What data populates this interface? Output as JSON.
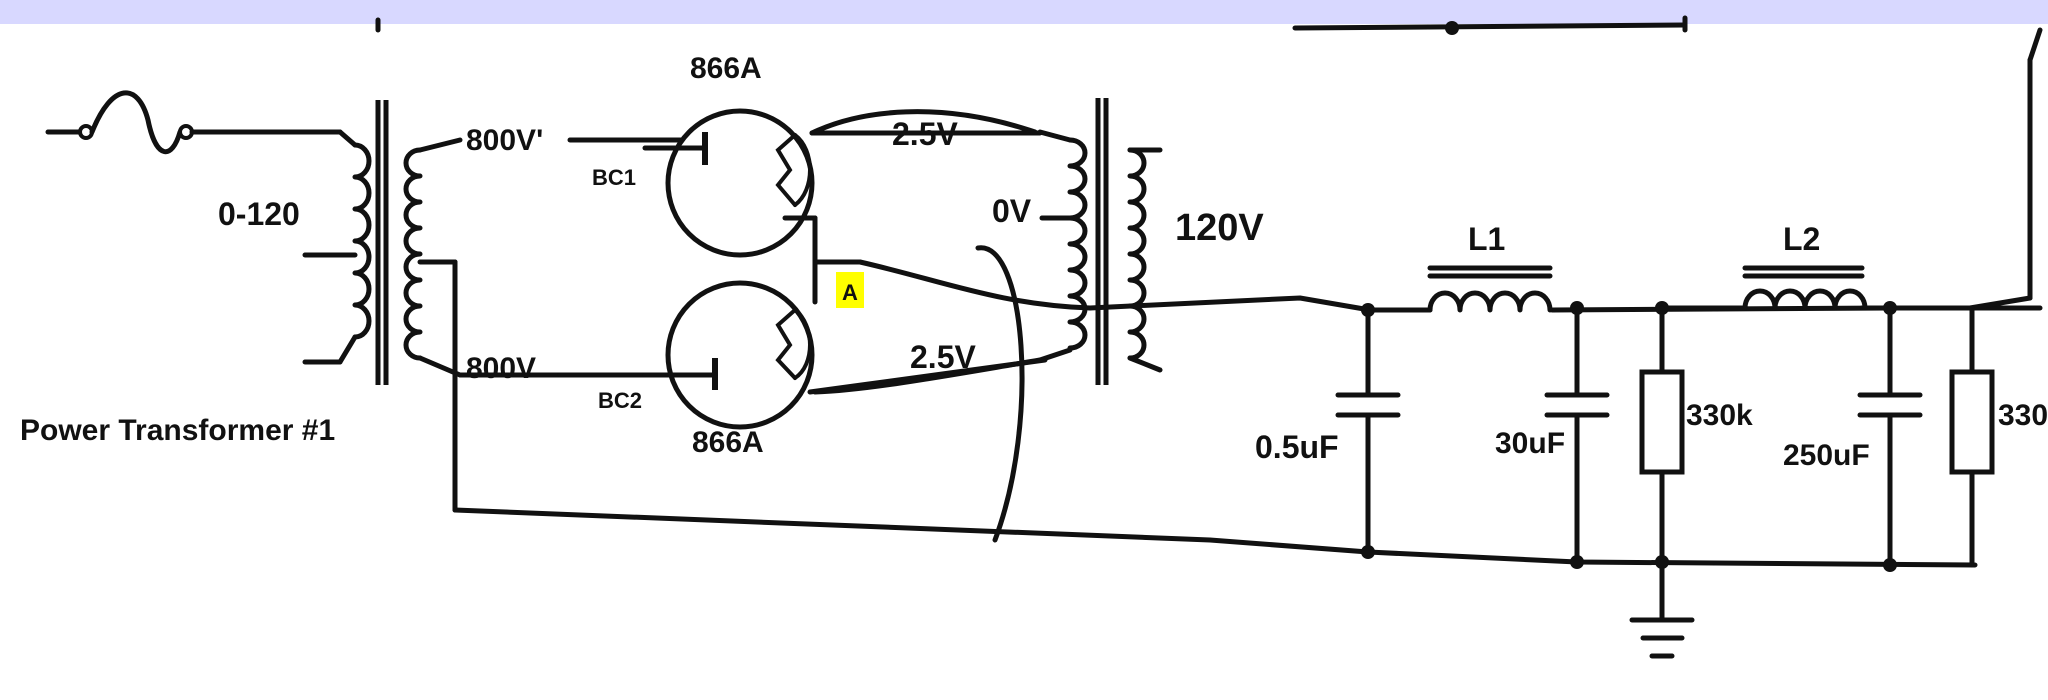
{
  "colors": {
    "band": "#d8d8ff",
    "wire": "#111111",
    "highlight": "#ffff00"
  },
  "transformer1": {
    "primary_label": "0-120",
    "sec_upper_label": "800V'",
    "sec_lower_label": "800V",
    "title": "Power Transformer #1"
  },
  "tube1": {
    "type_label": "866A",
    "cap_label": "BC1"
  },
  "tube2": {
    "type_label": "866A",
    "cap_label": "BC2"
  },
  "filament_transformer": {
    "upper_label": "2.5V",
    "center_label": "0V",
    "lower_label": "2.5V",
    "primary_label": "120V"
  },
  "node_label": "A",
  "filter": {
    "c1": "0.5uF",
    "l1": "L1",
    "c2": "30uF",
    "r1": "330k",
    "l2": "L2",
    "c3": "250uF",
    "r2_partial": "330"
  },
  "icons": {
    "fuse": "fuse-icon",
    "ground": "ground-icon"
  }
}
